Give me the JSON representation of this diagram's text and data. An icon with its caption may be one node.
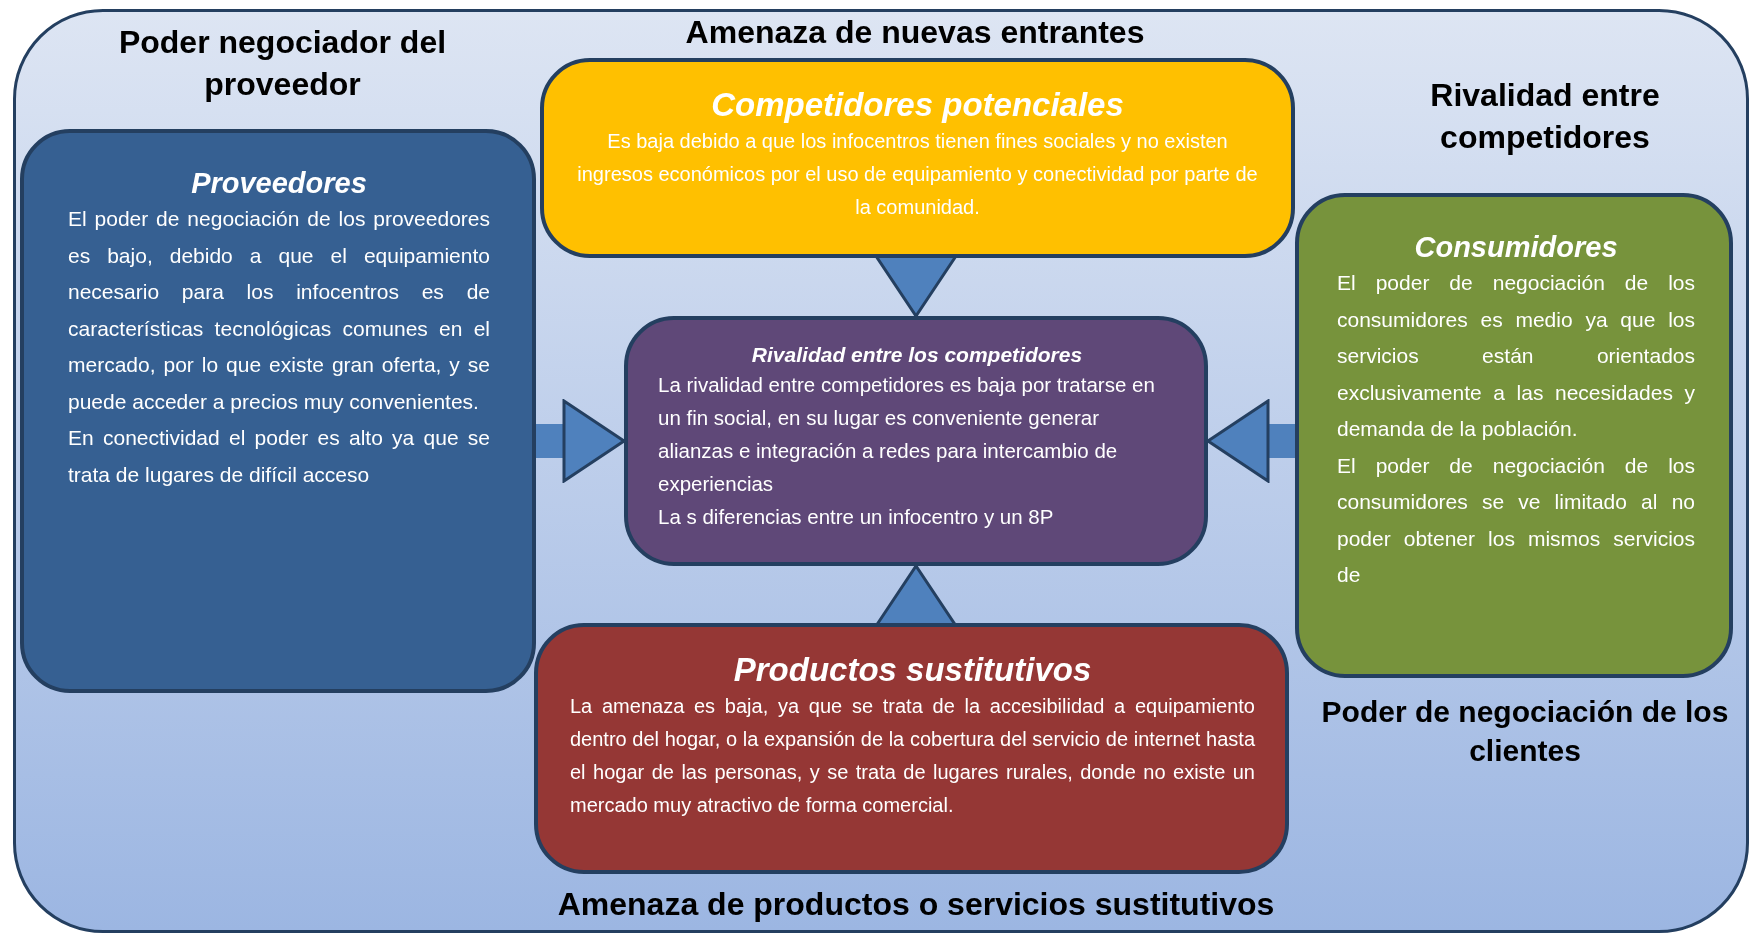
{
  "diagram": {
    "nodes": [
      {
        "text": [
          "Proveedores",
          "El poder de negociación de los proveedores es bajo, debido a que el equipamiento necesario para los infocentros es de características tecnológicas comunes en el mercado, por lo que existe gran oferta, y se puede acceder a precios muy convenientes.",
          "En conectividad el poder es alto ya que se trata de lugares de difícil acceso"
        ],
        "beside": [
          "Poder negociador del proveedor"
        ]
      },
      {
        "text": [
          "Competidores potenciales",
          "Es baja debido a que los infocentros tienen fines sociales y no existen  ingresos económicos por el uso de equipamiento y conectividad por parte de la comunidad."
        ],
        "beside": [
          "Amenaza de nuevas entrantes"
        ]
      },
      {
        "text": [
          "Rivalidad entre los competidores",
          "La rivalidad entre competidores  es baja por tratarse en un fin social, en su lugar es conveniente generar alianzas e integración a redes para intercambio de experiencias",
          "La s diferencias entre un infocentro y un 8P"
        ]
      },
      {
        "text": [
          "Consumidores",
          "El poder de negociación de los consumidores es medio ya que los servicios están orientados exclusivamente a las necesidades y demanda de la población.",
          "El poder de negociación de los consumidores se ve limitado al no poder obtener los mismos servicios de"
        ],
        "beside": [
          "Poder de negociación de los clientes"
        ]
      },
      {
        "text": [
          "Productos sustitutivos",
          "La amenaza es baja, ya que se trata de la accesibilidad a equipamiento dentro del hogar, o la expansión de la cobertura del servicio de internet hasta el hogar de las personas, y se trata de lugares rurales, donde no existe un mercado muy atractivo de forma comercial."
        ],
        "beside": [
          "Amenaza de productos o servicios sustitutivos"
        ]
      }
    ],
    "edges": [
      {
        "from": 0,
        "to": 2,
        "arrow": "to"
      },
      {
        "from": 1,
        "to": 2,
        "arrow": "to"
      },
      {
        "from": 3,
        "to": 2,
        "arrow": "to"
      },
      {
        "from": 4,
        "to": 2,
        "arrow": "to"
      }
    ],
    "labels": [
      "Rivalidad entre competidores"
    ]
  }
}
